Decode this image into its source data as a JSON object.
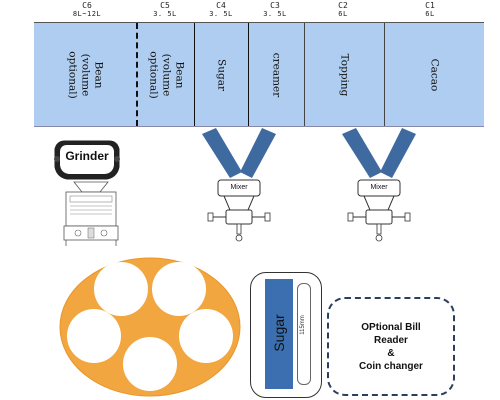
{
  "header": {
    "columns": [
      {
        "code": "C6",
        "capacity": "8L~12L"
      },
      {
        "code": "C5",
        "capacity": "3. 5L"
      },
      {
        "code": "C4",
        "capacity": "3. 5L"
      },
      {
        "code": "C3",
        "capacity": "3. 5L"
      },
      {
        "code": "C2",
        "capacity": "6L"
      },
      {
        "code": "C1",
        "capacity": "6L"
      }
    ]
  },
  "hoppers": [
    {
      "line1": "Bean",
      "line2": "(volume",
      "line3": "optional)"
    },
    {
      "line1": "Bean",
      "line2": "(volume",
      "line3": "optional)"
    },
    {
      "line1": "Sugar"
    },
    {
      "line1": "creamer"
    },
    {
      "line1": "Topping"
    },
    {
      "line1": "Cacao"
    }
  ],
  "grinder": {
    "label": "Grinder"
  },
  "mixers": [
    {
      "label": "Mixer"
    },
    {
      "label": "Mixer"
    }
  ],
  "sugar_dispenser": {
    "label": "Sugar",
    "dimension": "115mm"
  },
  "payment_device": {
    "line1": "OPtional Bill",
    "line2": "Reader",
    "line3": "&",
    "line4": "Coin changer"
  },
  "colors": {
    "hopper_fill": "#aecdf0",
    "chute_blue": "#3f6aa0",
    "cup_tray_orange": "#f2a640",
    "sugar_blue": "#3b6fb0"
  }
}
